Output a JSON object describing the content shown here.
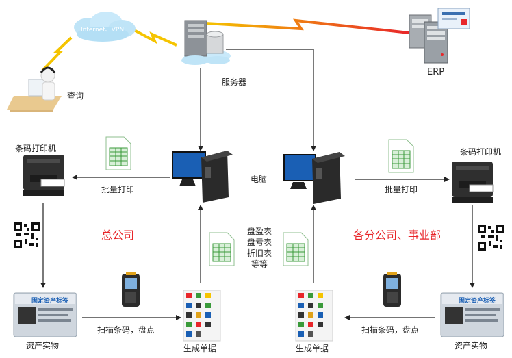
{
  "cloud": {
    "label": "Internet、VPN"
  },
  "query": {
    "label": "查询"
  },
  "server": {
    "label": "服务器"
  },
  "erp": {
    "label": "ERP"
  },
  "computer": {
    "label": "电脑"
  },
  "hq": {
    "title": "总公司",
    "printer_label": "条码打印机",
    "batch_print": "批量打印",
    "scan": "扫描条码，盘点",
    "asset": "资产实物",
    "generate": "生成单据"
  },
  "branch": {
    "title": "各分公司、事业部",
    "printer_label": "条码打印机",
    "batch_print": "批量打印",
    "scan": "扫描条码，盘点",
    "asset": "资产实物",
    "generate": "生成单据"
  },
  "reports": {
    "lines": [
      "盘盈表",
      "盘亏表",
      "折旧表",
      "等等"
    ]
  },
  "asset_tag": {
    "title": "固定资产标签"
  },
  "colors": {
    "title_red": "#e8262a",
    "bolt_yellow": "#f5c400",
    "bolt_red": "#e8262a",
    "screen_blue": "#1a5fb4"
  }
}
